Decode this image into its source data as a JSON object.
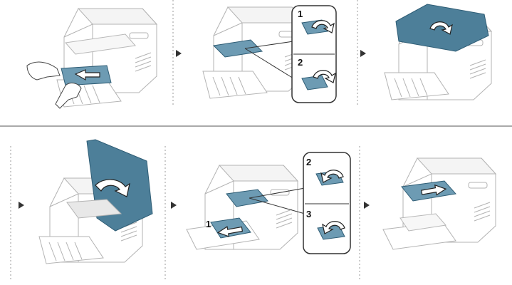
{
  "steps": {
    "top_step2_callout_numbers": [
      "1",
      "2"
    ],
    "bottom_step2_callout_numbers": [
      "1",
      "2",
      "3"
    ]
  },
  "colors": {
    "accent_blue": "#4d7f99",
    "outline_gray": "#b3b3b3",
    "separator": "#555555",
    "step_arrow": "#333333"
  }
}
